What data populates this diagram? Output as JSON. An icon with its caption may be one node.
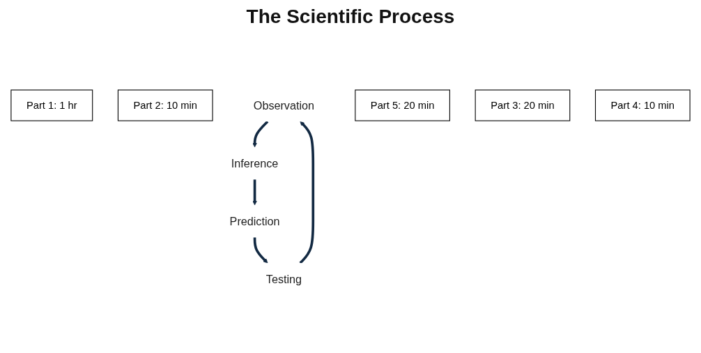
{
  "diagram": {
    "title": "The Scientific Process",
    "nodes": [
      {
        "text": [
          "Part 1: 1 hr"
        ]
      },
      {
        "text": [
          "Part 2: 10 min"
        ]
      },
      {
        "text": [
          "Observation"
        ]
      },
      {
        "text": [
          "Inference"
        ]
      },
      {
        "text": [
          "Part 5: 20 min"
        ]
      },
      {
        "text": [
          "Part 3: 20 min"
        ]
      },
      {
        "text": [
          "Testing"
        ]
      },
      {
        "text": [
          "Prediction"
        ]
      },
      {
        "text": [
          "Part 4: 10 min"
        ]
      }
    ],
    "edges": [
      {
        "from": 2,
        "to": 3,
        "arrow": "to"
      },
      {
        "from": 3,
        "to": 7,
        "arrow": "to"
      },
      {
        "from": 7,
        "to": 6,
        "arrow": "to"
      },
      {
        "from": 6,
        "to": 2,
        "arrow": "to"
      }
    ]
  }
}
